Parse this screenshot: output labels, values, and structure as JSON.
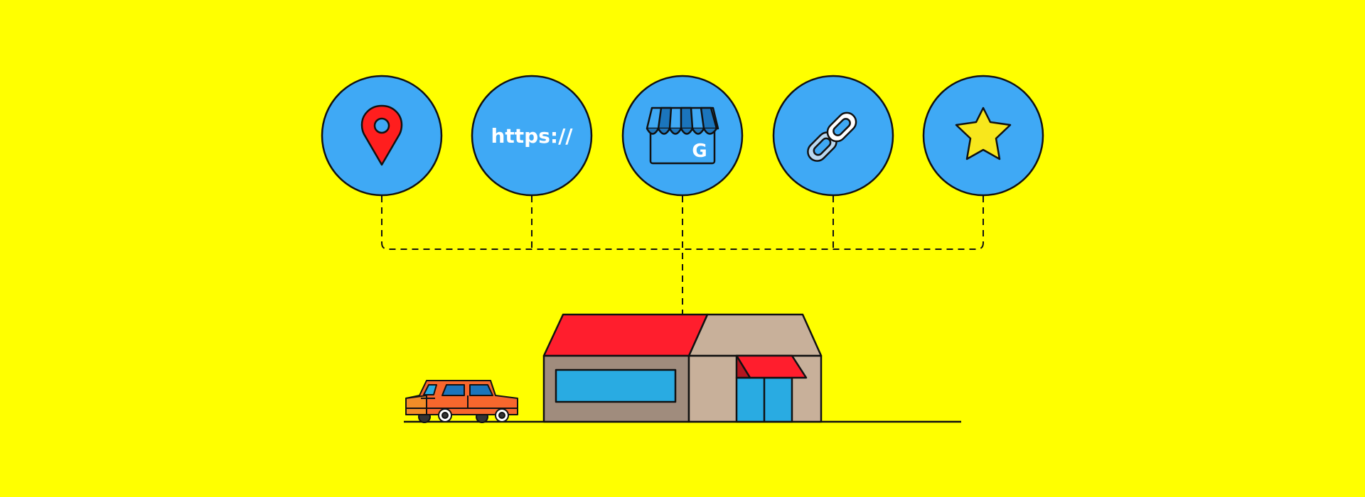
{
  "colors": {
    "background": "#FFFF00",
    "circle_fill": "#3FA9F5",
    "outline": "#111111",
    "pin_red": "#FF1E1E",
    "roof_red": "#FF1E2D",
    "wall_left": "#A08C7D",
    "wall_right": "#C8B09A",
    "glass_blue": "#29ABE2",
    "awning_blue": "#1B75BC",
    "car_orange": "#F7672D",
    "star_yellow": "#F8E71C"
  },
  "icons": [
    {
      "name": "location-pin-icon"
    },
    {
      "name": "website-url-icon",
      "text": "https://"
    },
    {
      "name": "google-business-store-icon",
      "text": "G"
    },
    {
      "name": "link-chain-icon"
    },
    {
      "name": "star-review-icon"
    }
  ],
  "scene": {
    "building": "storefront-building",
    "vehicles": [
      "car-icon"
    ]
  }
}
